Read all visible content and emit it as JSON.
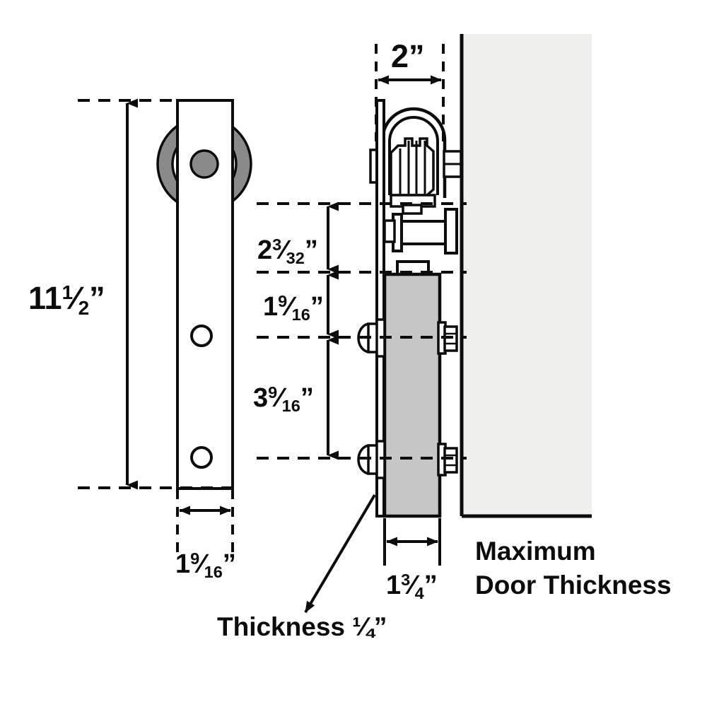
{
  "diagram": {
    "title": "Sliding Barn Door Hanger Dimension Drawing",
    "background_color": "#ffffff",
    "line_color": "#0c0c0c",
    "wheel_color": "#8a8a8a",
    "door_color": "#c6c6c6",
    "wall_color": "#eff0ed"
  },
  "dimensions": {
    "strap_height": {
      "whole": "11",
      "numerator": "1",
      "denominator": "2",
      "unit": "”",
      "full": "11½”"
    },
    "strap_width": {
      "whole": "1",
      "numerator": "9",
      "denominator": "16",
      "unit": "”",
      "full": "1 9/16”"
    },
    "wheel_width": {
      "whole": "2",
      "numerator": "",
      "denominator": "",
      "unit": "”",
      "full": "2”"
    },
    "top_to_door": {
      "whole": "2",
      "numerator": "3",
      "denominator": "32",
      "unit": "”",
      "full": "2 3/32”"
    },
    "door_to_first_bolt": {
      "whole": "1",
      "numerator": "9",
      "denominator": "16",
      "unit": "”",
      "full": "1 9/16”"
    },
    "bolt_to_bolt": {
      "whole": "3",
      "numerator": "9",
      "denominator": "16",
      "unit": "”",
      "full": "3 9/16”"
    },
    "door_thickness": {
      "whole": "1",
      "numerator": "3",
      "denominator": "4",
      "unit": "”",
      "full": "1 3/4 ”"
    },
    "strap_thickness": {
      "prefix": "Thickness",
      "value": "¼”",
      "full": "Thickness ¼”"
    }
  },
  "labels": {
    "max_door_thickness_line1": "Maximum",
    "max_door_thickness_line2": "Door Thickness"
  },
  "parts": {
    "front_strap": "hanger-strap-front-view",
    "front_wheel": "roller-wheel",
    "front_axle": "axle-hub",
    "front_hole_upper": "mounting-hole-upper",
    "front_hole_lower": "mounting-hole-lower",
    "side_track_roller": "grooved-track-roller",
    "side_spacer": "wall-spacer-standoff",
    "side_door": "door-panel",
    "side_wall": "wall-panel",
    "side_bolt_upper": "through-bolt-upper",
    "side_bolt_lower": "through-bolt-lower"
  }
}
